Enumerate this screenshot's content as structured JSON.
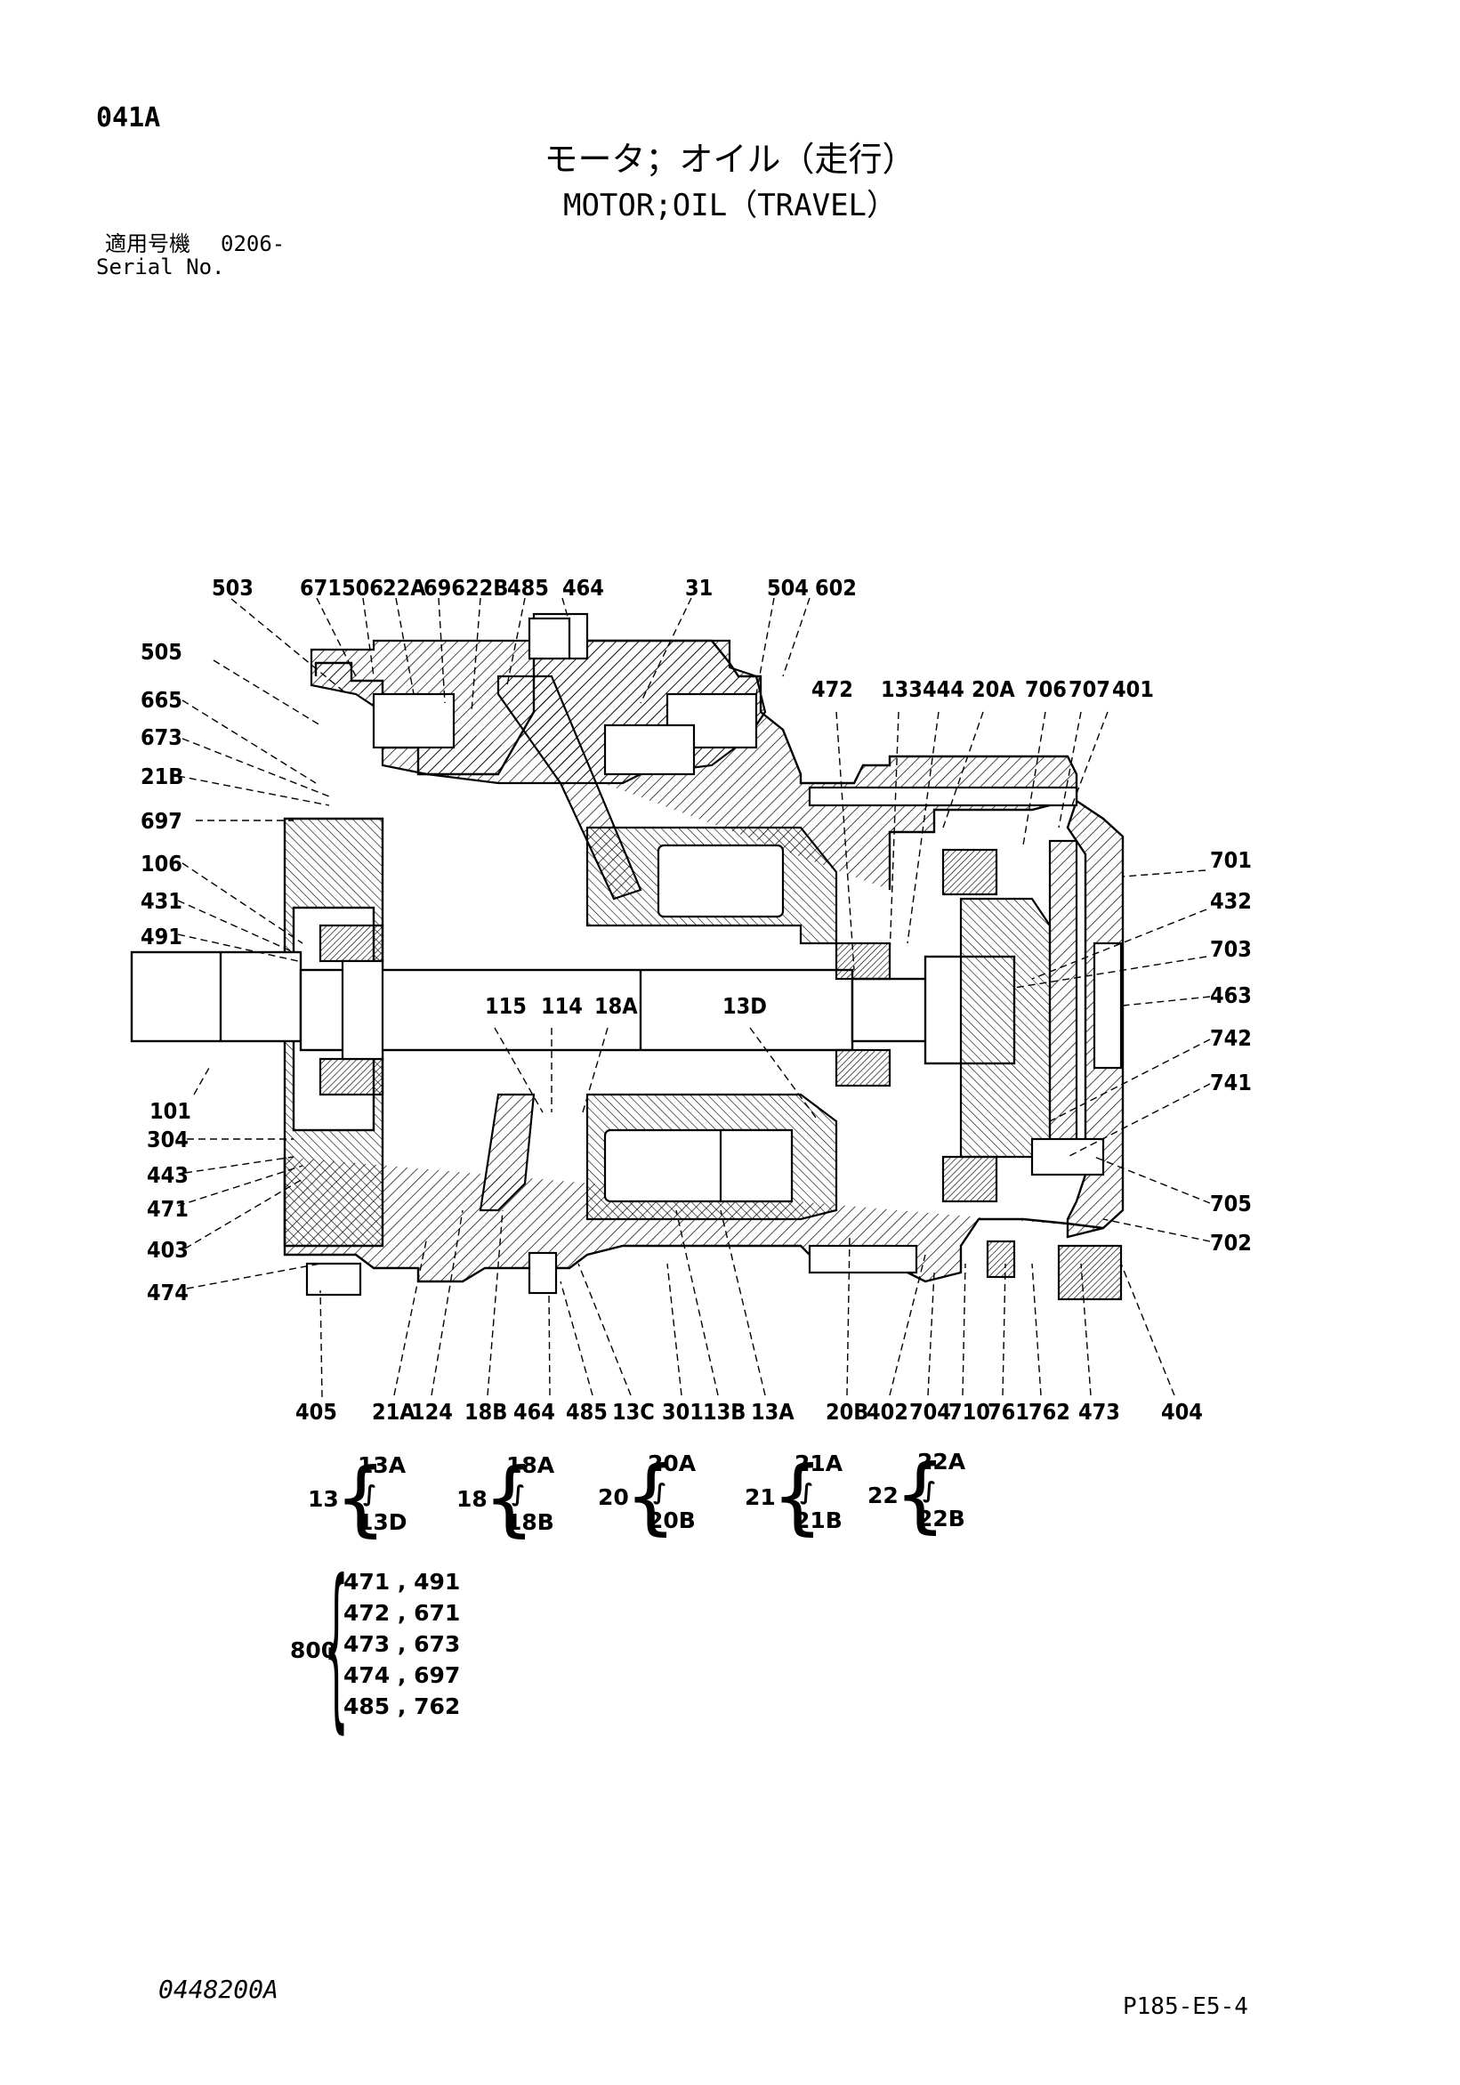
{
  "header": {
    "page_code": "041A",
    "title_jp": "モータ；オイル（走行）",
    "title_en": "MOTOR;OIL（TRAVEL）",
    "serial_label_jp": "適用号機",
    "serial_value": "0206-",
    "serial_label_en": "Serial No."
  },
  "callouts": {
    "c503": "503",
    "c671": "671",
    "c506": "506",
    "c22A": "22A",
    "c696": "696",
    "c22B": "22B",
    "c485t": "485",
    "c464t": "464",
    "c31": "31",
    "c504": "504",
    "c602": "602",
    "c505": "505",
    "c665": "665",
    "c673": "673",
    "c21B": "21B",
    "c697": "697",
    "c106": "106",
    "c431": "431",
    "c491": "491",
    "c472": "472",
    "c133": "133",
    "c444": "444",
    "c20A": "20A",
    "c706": "706",
    "c707": "707",
    "c401": "401",
    "c701": "701",
    "c432": "432",
    "c703": "703",
    "c463": "463",
    "c742": "742",
    "c741": "741",
    "c705": "705",
    "c702": "702",
    "c115": "115",
    "c114": "114",
    "c18A": "18A",
    "c13D": "13D",
    "c101": "101",
    "c304": "304",
    "c443": "443",
    "c471": "471",
    "c403": "403",
    "c474": "474",
    "c405": "405",
    "c21A": "21A",
    "c124": "124",
    "c18B": "18B",
    "c464b": "464",
    "c485b": "485",
    "c13C": "13C",
    "c301": "301",
    "c13B": "13B",
    "c13A": "13A",
    "c20B": "20B",
    "c402": "402",
    "c704": "704",
    "c710": "710",
    "c761": "761",
    "c762": "762",
    "c473": "473",
    "c404": "404"
  },
  "groups": [
    {
      "name": "13",
      "first": "13A",
      "tilde": "∫",
      "last": "13D"
    },
    {
      "name": "18",
      "first": "18A",
      "tilde": "∫",
      "last": "18B"
    },
    {
      "name": "20",
      "first": "20A",
      "tilde": "∫",
      "last": "20B"
    },
    {
      "name": "21",
      "first": "21A",
      "tilde": "∫",
      "last": "21B"
    },
    {
      "name": "22",
      "first": "22A",
      "tilde": "∫",
      "last": "22B"
    }
  ],
  "kit800": {
    "name": "800",
    "rows": [
      "471 , 491",
      "472 , 671",
      "473 , 673",
      "474 , 697",
      "485 , 762"
    ]
  },
  "footer": {
    "drawing_no": "0448200A",
    "page_ref": "P185-E5-4"
  }
}
